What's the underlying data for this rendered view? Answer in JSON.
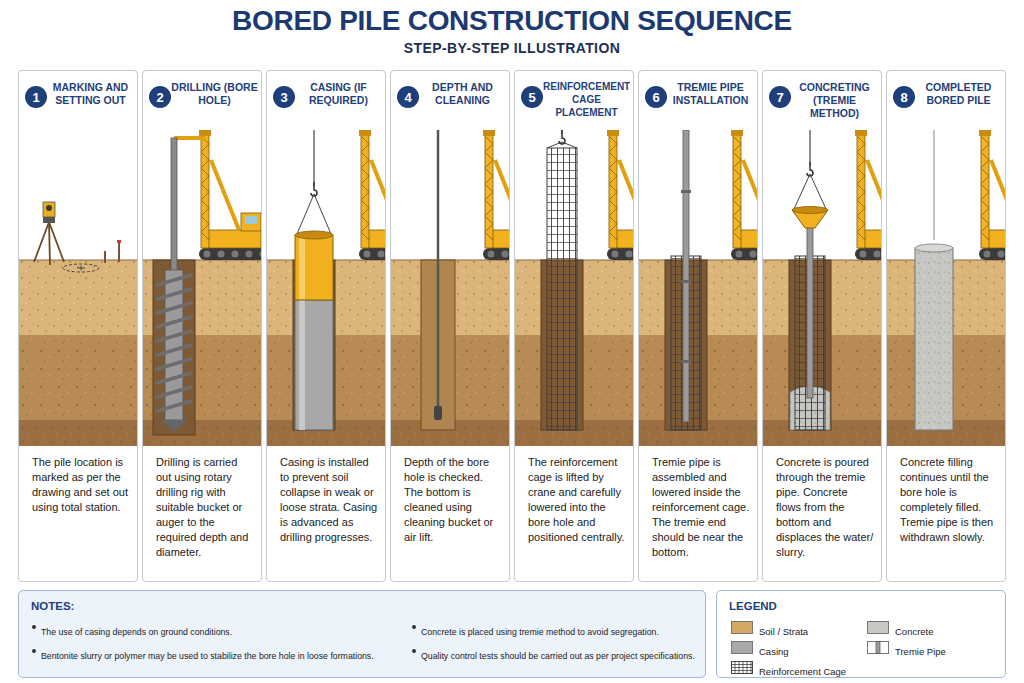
{
  "diagram": {
    "title": "BORED PILE CONSTRUCTION SEQUENCE",
    "nodes": [
      {
        "text": [
          "MARKING AND SETTING OUT",
          "The pile location is marked as per the drawing and set out using total station."
        ]
      },
      {
        "text": [
          "1"
        ],
        "in": 0
      },
      {
        "text": [
          "DRILLING (BORE HOLE)",
          "Drilling is carried out using rotary drilling rig with suitable bucket or auger to the required depth and diameter."
        ]
      },
      {
        "text": [
          "2"
        ],
        "in": 2
      },
      {
        "text": [
          "CASING (IF REQUIRED)",
          "Casing is installed to prevent soil collapse in weak or loose strata. Casing is advanced as drilling progresses."
        ]
      },
      {
        "text": [
          "3"
        ],
        "in": 4
      },
      {
        "text": [
          "DEPTH AND CLEANING",
          "Depth of the bore hole is checked. The bottom is cleaned using cleaning bucket or air lift."
        ]
      },
      {
        "text": [
          "4"
        ],
        "in": 6
      },
      {
        "text": [
          "REINFORCEMENT CAGE PLACEMENT",
          "The reinforcement cage is lifted by crane and carefully lowered into the bore hole and positioned centrally."
        ]
      },
      {
        "text": [
          "5"
        ],
        "in": 8
      },
      {
        "text": [
          "TREMIE PIPE INSTALLATION",
          "Tremie pipe is assembled and lowered inside the reinforcement cage. The tremie end should be near the bottom."
        ]
      },
      {
        "text": [
          "6"
        ],
        "in": 10
      },
      {
        "text": [
          "CONCRETING (TREMIE METHOD)",
          "Concrete is poured through the tremie pipe. Concrete flows from the bottom and displaces the water/ slurry."
        ]
      },
      {
        "text": [
          "7"
        ],
        "in": 12
      },
      {
        "text": [
          "COMPLETED BORED PILE",
          "Concrete filling continues until the bore hole is completely filled. Tremie pipe is then withdrawn slowly."
        ]
      },
      {
        "text": [
          "8"
        ],
        "in": 14
      },
      {
        "text": [
          "NOTES:",
          "The use of casing depends on ground conditions.",
          "Bentonite slurry or polymer may be used to stabilize the bore hole in loose formations.",
          "Concrete is placed using tremie method to avoid segregation.",
          "Quality control tests should be carried out as per project specifications."
        ]
      },
      {
        "text": [
          "LEGEND"
        ]
      }
    ],
    "labels": [
      "STEP-BY-STEP ILLUSTRATION"
    ],
    "legend": [
      {
        "text": "Soil / Strata",
        "color": "#d4a862"
      },
      {
        "text": "Concrete",
        "color": "#c8c8c4"
      },
      {
        "text": "Casing",
        "color": "#a9a9a9"
      },
      {
        "text": "Tremie Pipe"
      },
      {
        "text": "Reinforcement Cage"
      }
    ]
  }
}
